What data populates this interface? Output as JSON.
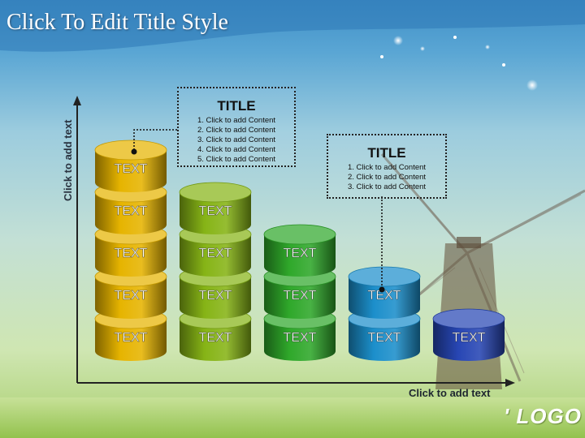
{
  "slide": {
    "title": "Click To Edit Title Style",
    "y_axis_label": "Click to add text",
    "x_axis_label": "Click to add text",
    "logo_text": "' LOGO '"
  },
  "callouts": [
    {
      "title": "TITLE",
      "items": [
        "1. Click to add Content",
        "2. Click to add Content",
        "3. Click to add Content",
        "4. Click to add Content",
        "5. Click to add Content"
      ]
    },
    {
      "title": "TITLE",
      "items": [
        "1. Click to add Content",
        "2. Click to add Content",
        "3. Click to add Content"
      ]
    }
  ],
  "stack_chart": {
    "cell_label": "TEXT",
    "columns": [
      {
        "levels": 5,
        "color": "#e6b400"
      },
      {
        "levels": 4,
        "color": "#86b416"
      },
      {
        "levels": 3,
        "color": "#2fa82a"
      },
      {
        "levels": 2,
        "color": "#1c8fcb"
      },
      {
        "levels": 1,
        "color": "#2746b4"
      }
    ]
  }
}
